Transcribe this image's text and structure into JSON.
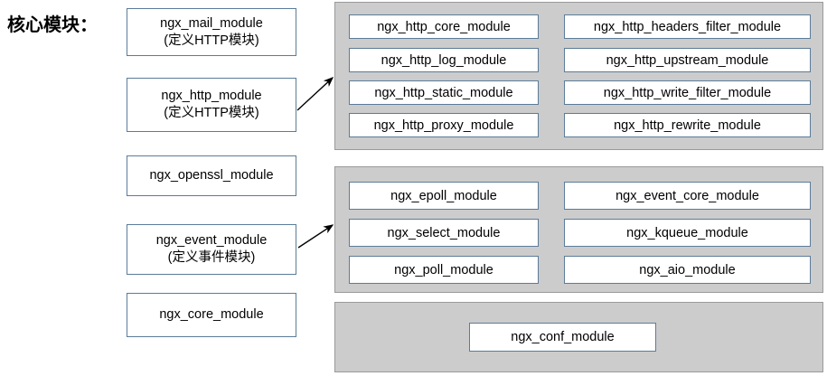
{
  "title": "核心模块：",
  "core_modules": [
    {
      "name": "ngx_mail_module",
      "note": "(定义HTTP模块)"
    },
    {
      "name": "ngx_http_module",
      "note": "(定义HTTP模块)"
    },
    {
      "name": "ngx_openssl_module",
      "note": ""
    },
    {
      "name": "ngx_event_module",
      "note": "(定义事件模块)"
    },
    {
      "name": "ngx_core_module",
      "note": ""
    }
  ],
  "groups": [
    {
      "id": "http-modules-group",
      "left_column": [
        "ngx_http_core_module",
        "ngx_http_log_module",
        "ngx_http_static_module",
        "ngx_http_proxy_module"
      ],
      "right_column": [
        "ngx_http_headers_filter_module",
        "ngx_http_upstream_module",
        "ngx_http_write_filter_module",
        "ngx_http_rewrite_module"
      ]
    },
    {
      "id": "event-modules-group",
      "left_column": [
        "ngx_epoll_module",
        "ngx_select_module",
        "ngx_poll_module"
      ],
      "right_column": [
        "ngx_event_core_module",
        "ngx_kqueue_module",
        "ngx_aio_module"
      ]
    },
    {
      "id": "conf-modules-group",
      "left_column": [],
      "right_column": [],
      "single": "ngx_conf_module"
    }
  ],
  "colors": {
    "panel_fill": "#cccccc",
    "panel_border": "#9a9a9a",
    "box_border": "#5b7c99",
    "box_fill": "#ffffff",
    "arrow": "#000000",
    "text": "#000000"
  }
}
